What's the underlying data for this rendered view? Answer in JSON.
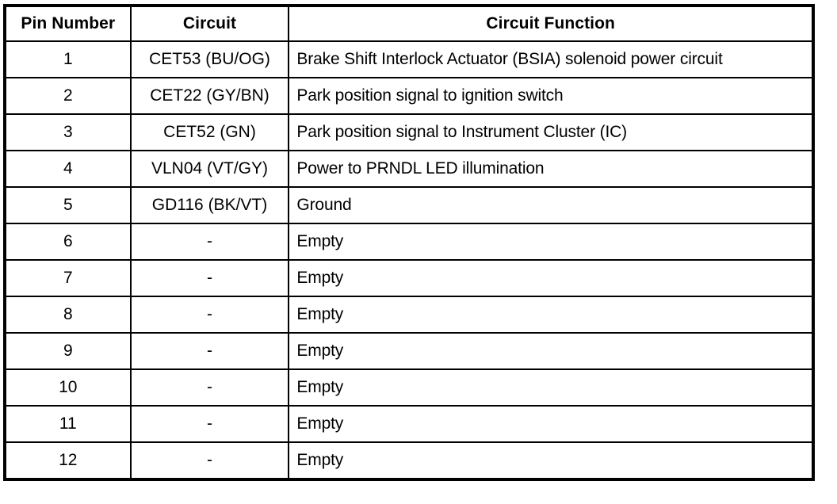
{
  "table": {
    "title": "",
    "columns": [
      {
        "key": "pin",
        "label": "Pin Number",
        "align": "center"
      },
      {
        "key": "circuit",
        "label": "Circuit",
        "align": "center"
      },
      {
        "key": "function",
        "label": "Circuit Function",
        "align": "left"
      }
    ],
    "rows": [
      {
        "pin": "1",
        "circuit": "CET53 (BU/OG)",
        "function": "Brake Shift Interlock Actuator (BSIA) solenoid power circuit"
      },
      {
        "pin": "2",
        "circuit": "CET22 (GY/BN)",
        "function": "Park position signal to ignition switch"
      },
      {
        "pin": "3",
        "circuit": "CET52 (GN)",
        "function": "Park position signal to Instrument Cluster (IC)"
      },
      {
        "pin": "4",
        "circuit": "VLN04 (VT/GY)",
        "function": "Power to PRNDL LED illumination"
      },
      {
        "pin": "5",
        "circuit": "GD116 (BK/VT)",
        "function": "Ground"
      },
      {
        "pin": "6",
        "circuit": "-",
        "function": "Empty"
      },
      {
        "pin": "7",
        "circuit": "-",
        "function": "Empty"
      },
      {
        "pin": "8",
        "circuit": "-",
        "function": "Empty"
      },
      {
        "pin": "9",
        "circuit": "-",
        "function": "Empty"
      },
      {
        "pin": "10",
        "circuit": "-",
        "function": "Empty"
      },
      {
        "pin": "11",
        "circuit": "-",
        "function": "Empty"
      },
      {
        "pin": "12",
        "circuit": "-",
        "function": "Empty"
      }
    ]
  },
  "style": {
    "border_color": "#000000",
    "background_color": "#ffffff",
    "text_color": "#000000"
  }
}
